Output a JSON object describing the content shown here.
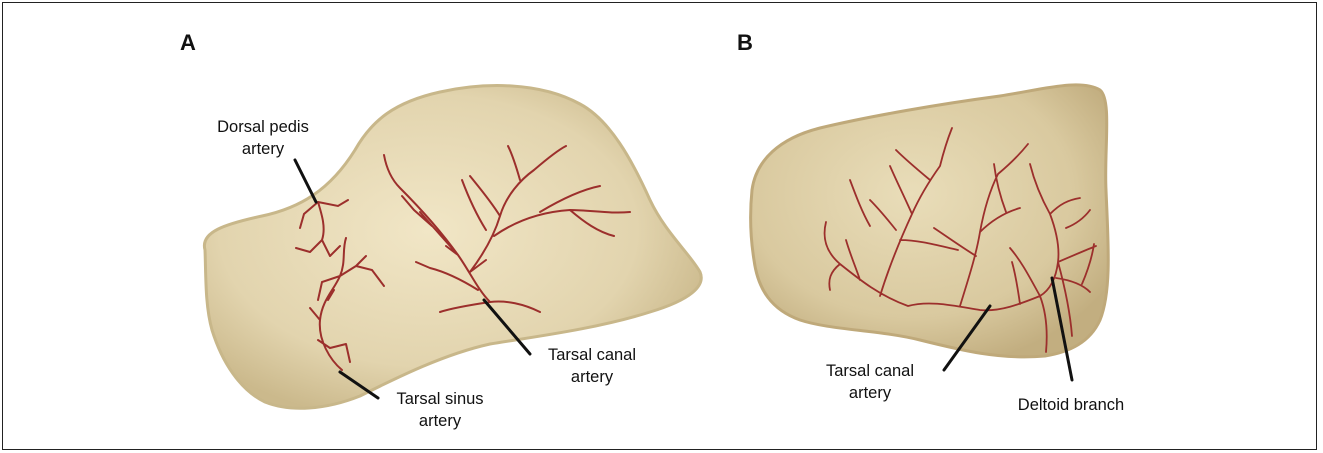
{
  "panels": [
    {
      "letter": "A"
    },
    {
      "letter": "B"
    }
  ],
  "labels": {
    "a_dorsal_pedis_1": "Dorsal pedis",
    "a_dorsal_pedis_2": "artery",
    "a_tarsal_canal_1": "Tarsal canal",
    "a_tarsal_canal_2": "artery",
    "a_tarsal_sinus_1": "Tarsal sinus",
    "a_tarsal_sinus_2": "artery",
    "b_tarsal_canal_1": "Tarsal canal",
    "b_tarsal_canal_2": "artery",
    "b_deltoid": "Deltoid branch"
  },
  "colors": {
    "bone_fill": "#e3d6b2",
    "bone_edge": "#cdbd92",
    "artery": "#9c2f2c",
    "leader": "#111111"
  }
}
